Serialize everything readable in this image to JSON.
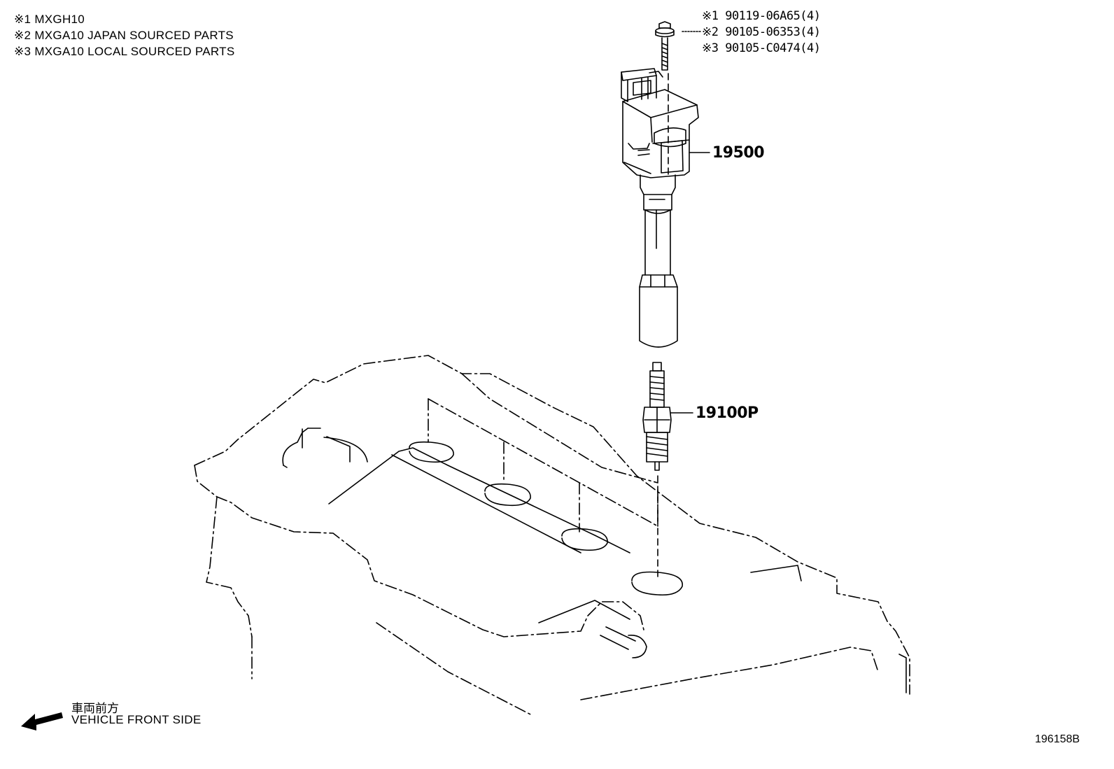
{
  "notes": [
    "※1 MXGH10",
    "※2 MXGA10 JAPAN SOURCED PARTS",
    "※3 MXGA10 LOCAL SOURCED PARTS"
  ],
  "bolt_part_numbers": [
    "※1 90119-06A65(4)",
    "※2 90105-06353(4)",
    "※3 90105-C0474(4)"
  ],
  "callouts": {
    "ignition_coil": "19500",
    "spark_plug": "19100P"
  },
  "front_direction": {
    "japanese": "車両前方",
    "english": "VEHICLE FRONT SIDE"
  },
  "figure_id": "196158B"
}
